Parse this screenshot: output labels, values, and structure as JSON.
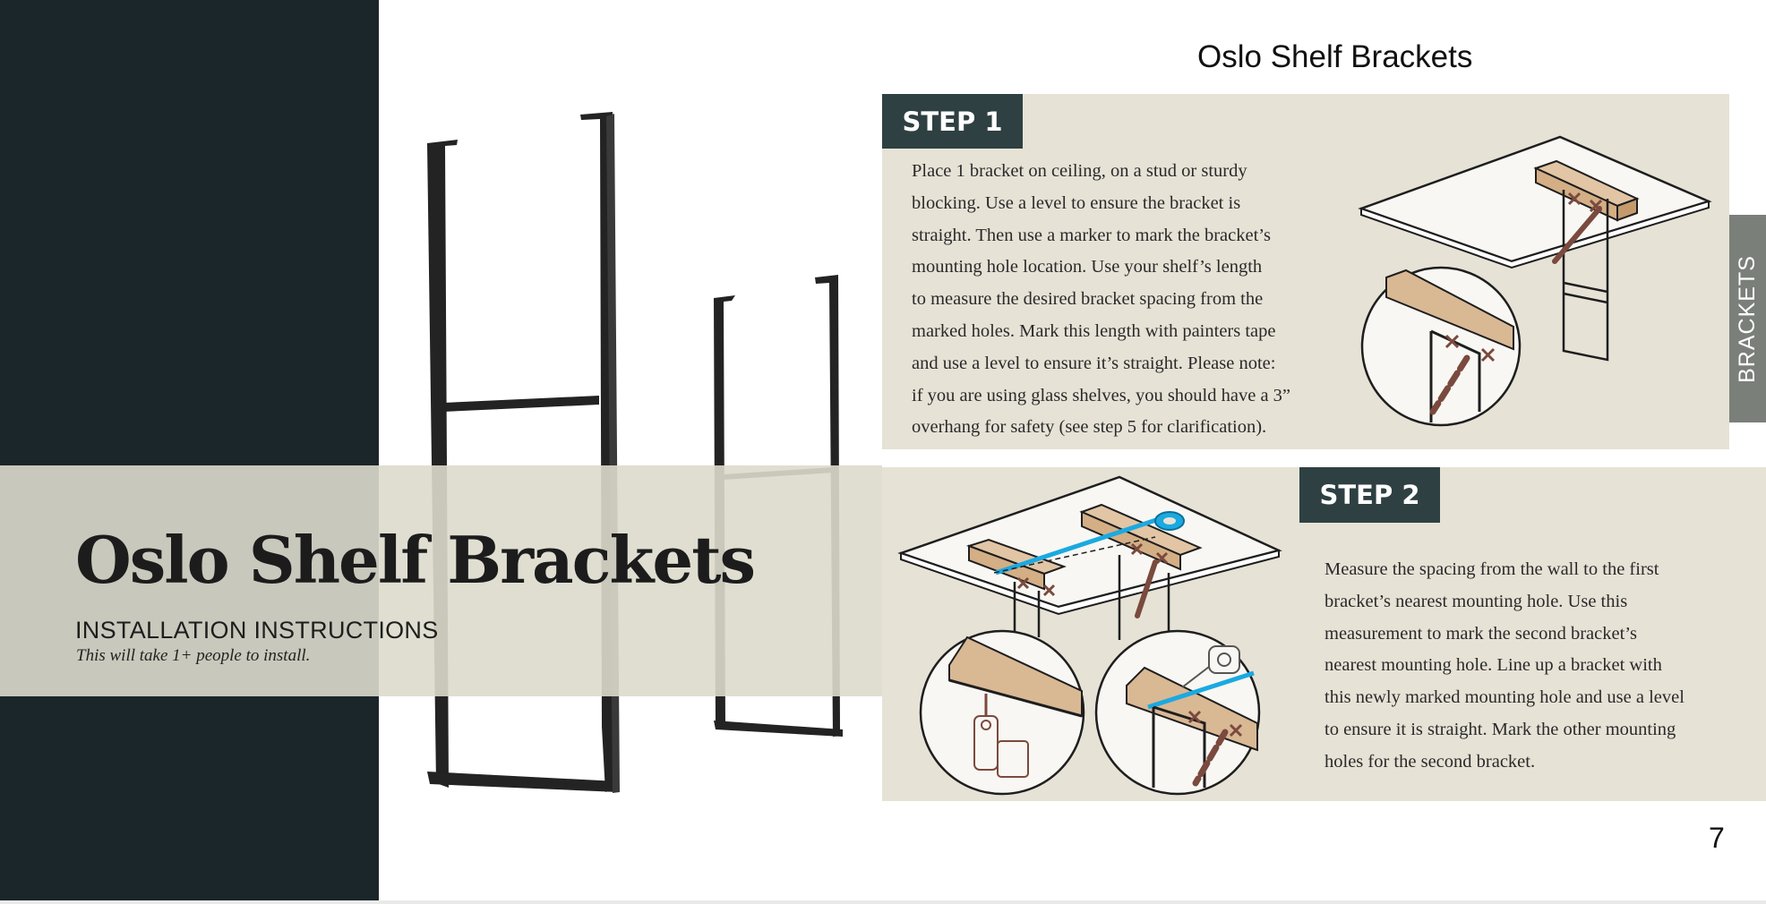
{
  "document": {
    "header_title": "Oslo Shelf Brackets",
    "page_number": "7",
    "side_tab": "BRACKETS"
  },
  "hero": {
    "title": "Oslo Shelf Brackets",
    "subtitle": "INSTALLATION INSTRUCTIONS",
    "note": "This will take 1+ people to install."
  },
  "steps": [
    {
      "label": "STEP 1",
      "lines": [
        "Place 1 bracket on ceiling, on a stud or sturdy",
        "blocking. Use a level to ensure the bracket is",
        "straight. Then use a marker to mark the bracket’s",
        "mounting hole location. Use your shelf’s length",
        "to measure the desired bracket spacing from the",
        "marked holes. Mark this length with painters tape",
        "and use a level to ensure it’s straight. Please note:",
        "if you are using glass shelves, you should have a 3”",
        "overhang for safety (see step 5 for clarification)."
      ]
    },
    {
      "label": "STEP 2",
      "lines": [
        "Measure the spacing from the wall to the first",
        "bracket’s nearest mounting hole. Use this",
        "measurement to mark the second bracket’s",
        "nearest mounting hole. Line up a bracket with",
        "this newly marked mounting hole and use a level",
        "to ensure it is straight. Mark the other mounting",
        "holes for the second bracket."
      ]
    }
  ],
  "colors": {
    "dark_panel": "#1b262a",
    "step_panel": "#e6e2d6",
    "badge": "#2e4042",
    "wood": "#d8b48e",
    "tape": "#1ba9e1",
    "marker": "#7a4a3e"
  }
}
